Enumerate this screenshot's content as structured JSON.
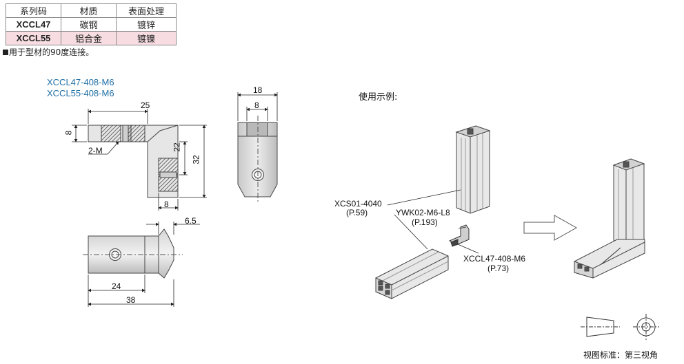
{
  "table": {
    "headers": [
      "系列码",
      "材质",
      "表面处理"
    ],
    "rows": [
      {
        "code": "XCCL47",
        "material": "碳钢",
        "finish": "镀锌"
      },
      {
        "code": "XCCL55",
        "material": "铝合金",
        "finish": "镀镍"
      }
    ],
    "highlight_color": "#f7dde2"
  },
  "note": "用于型材的90度连接。",
  "part_numbers": [
    "XCCL47-408-M6",
    "XCCL55-408-M6"
  ],
  "part_number_color": "#1f6fa6",
  "dimensions": {
    "d25": "25",
    "d8_top": "8",
    "d2M": "2-M",
    "d22": "22",
    "d32": "32",
    "d8_bottom": "8",
    "d18": "18",
    "d8_side": "8",
    "d6_5": "6.5",
    "d24": "24",
    "d38": "38"
  },
  "usage": {
    "title": "使用示例:",
    "xcs_code": "XCS01-4040",
    "xcs_page": "(P.59)",
    "ywk_code": "YWK02-M6-L8",
    "ywk_page": "(P.193)",
    "xccl_code": "XCCL47-408-M6",
    "xccl_page": "(P.73)"
  },
  "projection_note": "视图标准：第三视角"
}
